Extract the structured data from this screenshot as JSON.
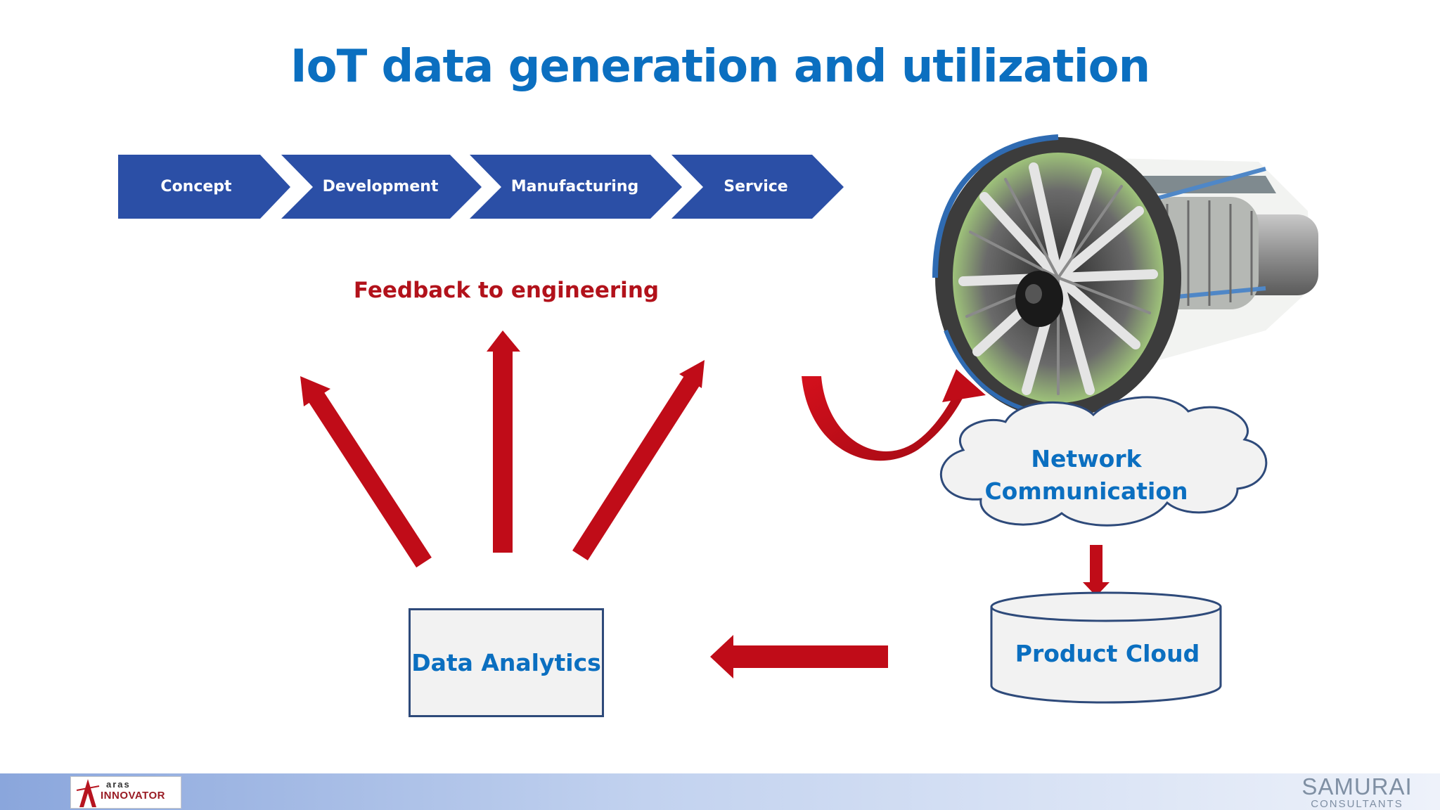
{
  "title": "IoT data generation and utilization",
  "lifecycle": [
    {
      "label": "Concept"
    },
    {
      "label": "Development"
    },
    {
      "label": "Manufacturing"
    },
    {
      "label": "Service"
    }
  ],
  "feedback_label": "Feedback to engineering",
  "nodes": {
    "data_analytics": "Data Analytics",
    "network_line1": "Network",
    "network_line2": "Communication",
    "product_cloud": "Product Cloud"
  },
  "logos": {
    "aras_top": "aras",
    "aras_bottom": "INNOVATOR",
    "samurai_top": "SAMURAI",
    "samurai_bottom": "CONSULTANTS"
  },
  "colors": {
    "title": "#0b6fc0",
    "chevron": "#2b4fa6",
    "arrow": "#c00c18",
    "feedback": "#b2121b",
    "outline": "#2e4a7a"
  },
  "icons": [
    "jet-engine-icon"
  ]
}
